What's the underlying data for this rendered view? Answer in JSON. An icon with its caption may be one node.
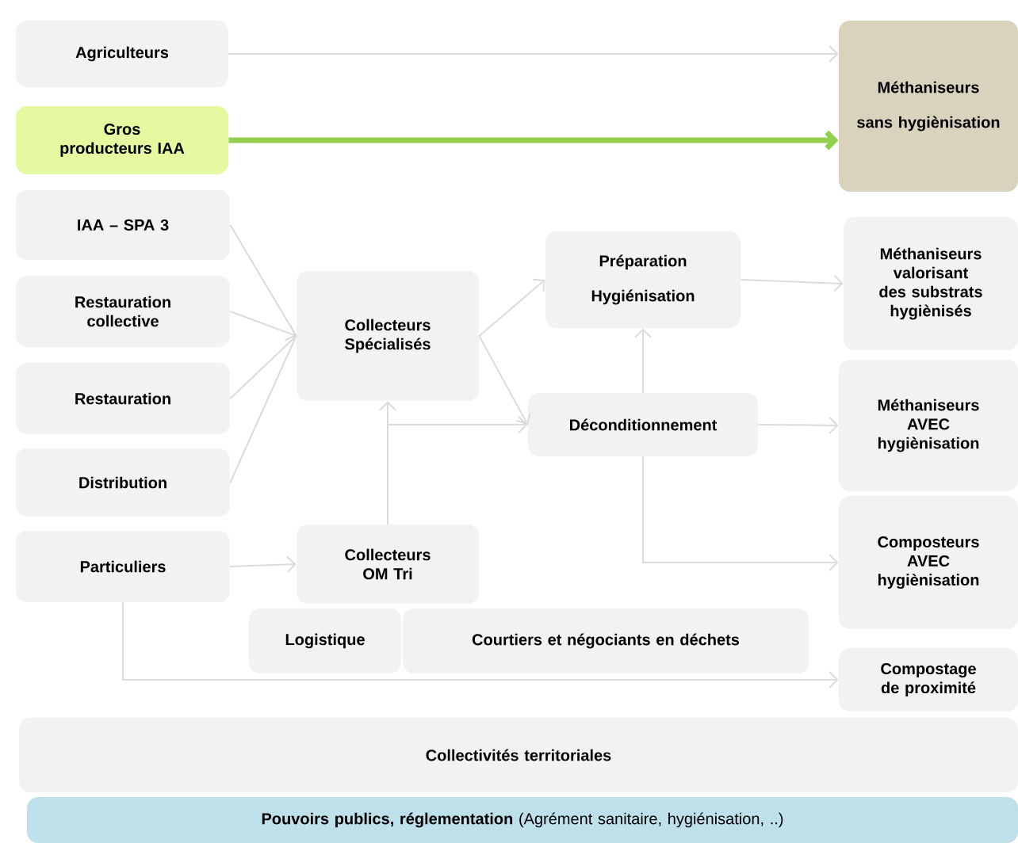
{
  "diagram": {
    "nodes": [
      {
        "text": [
          "Agriculteurs"
        ]
      },
      {
        "text": [
          "Gros producteurs IAA"
        ]
      },
      {
        "text": [
          "Méthaniseurs",
          "sans hygiènisation"
        ]
      },
      {
        "text": [
          "IAA – SPA 3"
        ]
      },
      {
        "text": [
          "Restauration collective"
        ]
      },
      {
        "text": [
          "Restauration"
        ]
      },
      {
        "text": [
          "Distribution"
        ]
      },
      {
        "text": [
          "Particuliers"
        ]
      },
      {
        "text": [
          "Collecteurs Spécialisés"
        ]
      },
      {
        "text": [
          "Préparation",
          "Hygiénisation"
        ]
      },
      {
        "text": [
          "Méthaniseurs valorisant des substrats hygiènisés"
        ]
      },
      {
        "text": [
          "Déconditionnement"
        ]
      },
      {
        "text": [
          "Méthaniseurs AVEC hygiènisation"
        ]
      },
      {
        "text": [
          "Collecteurs OM Tri"
        ]
      },
      {
        "text": [
          "Composteurs AVEC hygiènisation"
        ]
      },
      {
        "text": [
          "Logistique"
        ]
      },
      {
        "text": [
          "Courtiers et négociants en déchets"
        ]
      },
      {
        "text": [
          "Compostage de proximité"
        ]
      },
      {
        "text": [
          "Collectivités territoriales"
        ]
      },
      {
        "text": [
          "**Pouvoirs publics, réglementation** (Agrément sanitaire, hygiénisation, ..)"
        ]
      }
    ],
    "edges": [
      {
        "from": 0,
        "to": 2,
        "arrow": "to"
      },
      {
        "from": 1,
        "to": 2,
        "arrow": "to",
        "style": "thick",
        "color": "#92d050"
      },
      {
        "from": 3,
        "to": 8,
        "arrow": "none"
      },
      {
        "from": 4,
        "to": 8,
        "arrow": "to"
      },
      {
        "from": 5,
        "to": 8,
        "arrow": "none"
      },
      {
        "from": 6,
        "to": 8,
        "arrow": "none"
      },
      {
        "from": 7,
        "to": 13,
        "arrow": "to"
      },
      {
        "from": 8,
        "to": 9,
        "arrow": "to"
      },
      {
        "from": 8,
        "to": 11,
        "arrow": "to"
      },
      {
        "from": 11,
        "to": 9,
        "arrow": "to"
      },
      {
        "from": 9,
        "to": 10,
        "arrow": "to"
      },
      {
        "from": 11,
        "to": 12,
        "arrow": "to"
      },
      {
        "from": 11,
        "to": 14,
        "arrow": "to"
      },
      {
        "from": 13,
        "to": 8,
        "arrow": "to"
      },
      {
        "from": 13,
        "to": 11,
        "arrow": "to"
      },
      {
        "from": 7,
        "to": 17,
        "arrow": "to"
      }
    ]
  }
}
